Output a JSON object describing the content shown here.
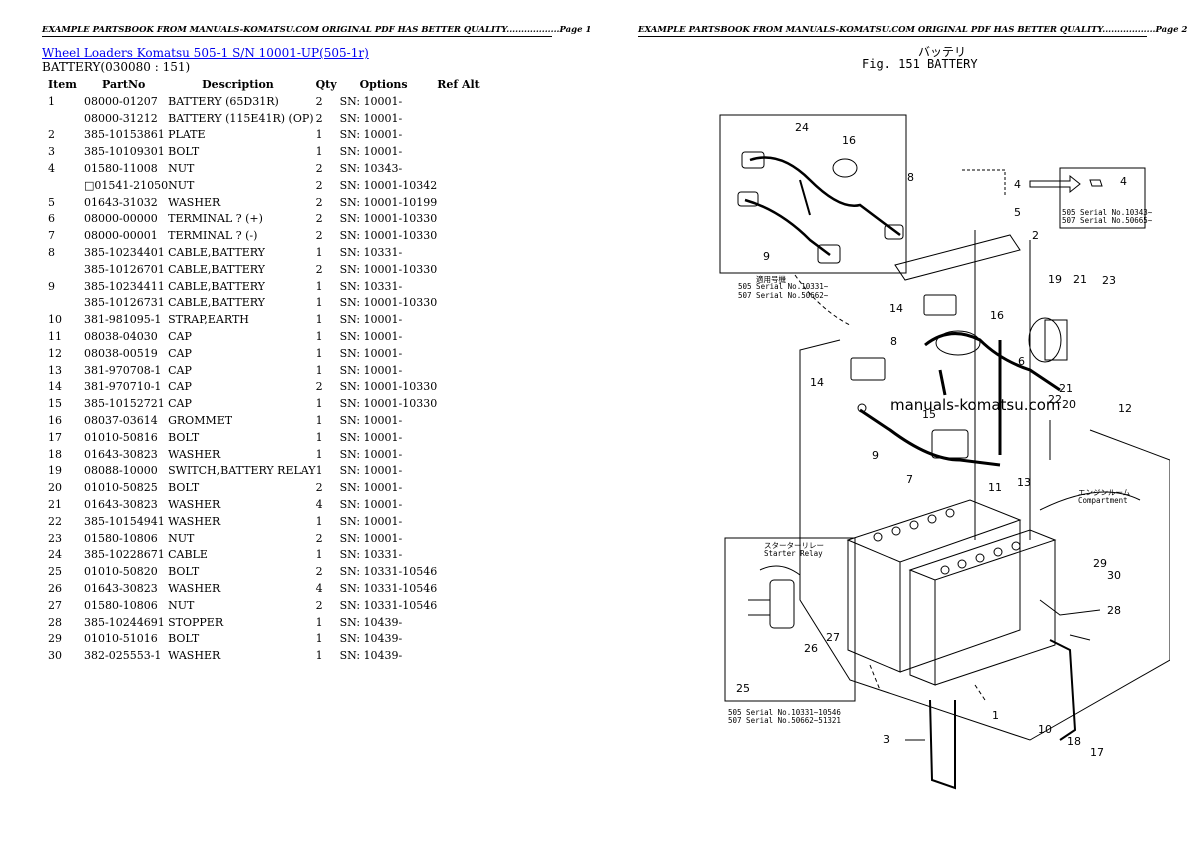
{
  "header_left": "EXAMPLE PARTSBOOK FROM MANUALS-KOMATSU.COM ORIGINAL PDF HAS BETTER QUALITY..................Page 1",
  "header_right": "EXAMPLE PARTSBOOK FROM MANUALS-KOMATSU.COM ORIGINAL PDF HAS BETTER QUALITY..................Page 2",
  "model_link": "Wheel Loaders Komatsu 505-1 S/N 10001-UP(505-1r)",
  "section_title": "BATTERY(030080 : 151)",
  "columns": {
    "item": "Item",
    "partno": "PartNo",
    "description": "Description",
    "qty": "Qty",
    "options": "Options",
    "refalt": "Ref Alt"
  },
  "rows": [
    {
      "item": "1",
      "partno": "08000-01207",
      "desc": "BATTERY (65D31R)",
      "qty": "2",
      "opt": "SN: 10001-"
    },
    {
      "item": "",
      "partno": "08000-31212",
      "desc": "BATTERY (115E41R) (OP)",
      "qty": "2",
      "opt": "SN: 10001-"
    },
    {
      "item": "2",
      "partno": "385-10153861",
      "desc": "PLATE",
      "qty": "1",
      "opt": "SN: 10001-"
    },
    {
      "item": "3",
      "partno": "385-10109301",
      "desc": "BOLT",
      "qty": "1",
      "opt": "SN: 10001-"
    },
    {
      "item": "4",
      "partno": "01580-11008",
      "desc": "NUT",
      "qty": "2",
      "opt": "SN: 10343-"
    },
    {
      "item": "",
      "partno": "□01541-21050",
      "desc": "NUT",
      "qty": "2",
      "opt": "SN: 10001-10342"
    },
    {
      "item": "5",
      "partno": "01643-31032",
      "desc": "WASHER",
      "qty": "2",
      "opt": "SN: 10001-10199"
    },
    {
      "item": "6",
      "partno": "08000-00000",
      "desc": "TERMINAL ? (+)",
      "qty": "2",
      "opt": "SN: 10001-10330"
    },
    {
      "item": "7",
      "partno": "08000-00001",
      "desc": "TERMINAL ? (-)",
      "qty": "2",
      "opt": "SN: 10001-10330"
    },
    {
      "item": "8",
      "partno": "385-10234401",
      "desc": "CABLE,BATTERY",
      "qty": "1",
      "opt": "SN: 10331-"
    },
    {
      "item": "",
      "partno": "385-10126701",
      "desc": "CABLE,BATTERY",
      "qty": "2",
      "opt": "SN: 10001-10330"
    },
    {
      "item": "9",
      "partno": "385-10234411",
      "desc": "CABLE,BATTERY",
      "qty": "1",
      "opt": "SN: 10331-"
    },
    {
      "item": "",
      "partno": "385-10126731",
      "desc": "CABLE,BATTERY",
      "qty": "1",
      "opt": "SN: 10001-10330"
    },
    {
      "item": "10",
      "partno": "381-981095-1",
      "desc": "STRAP,EARTH",
      "qty": "1",
      "opt": "SN: 10001-"
    },
    {
      "item": "11",
      "partno": "08038-04030",
      "desc": "CAP",
      "qty": "1",
      "opt": "SN: 10001-"
    },
    {
      "item": "12",
      "partno": "08038-00519",
      "desc": "CAP",
      "qty": "1",
      "opt": "SN: 10001-"
    },
    {
      "item": "13",
      "partno": "381-970708-1",
      "desc": "CAP",
      "qty": "1",
      "opt": "SN: 10001-"
    },
    {
      "item": "14",
      "partno": "381-970710-1",
      "desc": "CAP",
      "qty": "2",
      "opt": "SN: 10001-10330"
    },
    {
      "item": "15",
      "partno": "385-10152721",
      "desc": "CAP",
      "qty": "1",
      "opt": "SN: 10001-10330"
    },
    {
      "item": "16",
      "partno": "08037-03614",
      "desc": "GROMMET",
      "qty": "1",
      "opt": "SN: 10001-"
    },
    {
      "item": "17",
      "partno": "01010-50816",
      "desc": "BOLT",
      "qty": "1",
      "opt": "SN: 10001-"
    },
    {
      "item": "18",
      "partno": "01643-30823",
      "desc": "WASHER",
      "qty": "1",
      "opt": "SN: 10001-"
    },
    {
      "item": "19",
      "partno": "08088-10000",
      "desc": "SWITCH,BATTERY RELAY",
      "qty": "1",
      "opt": "SN: 10001-"
    },
    {
      "item": "20",
      "partno": "01010-50825",
      "desc": "BOLT",
      "qty": "2",
      "opt": "SN: 10001-"
    },
    {
      "item": "21",
      "partno": "01643-30823",
      "desc": "WASHER",
      "qty": "4",
      "opt": "SN: 10001-"
    },
    {
      "item": "22",
      "partno": "385-10154941",
      "desc": "WASHER",
      "qty": "1",
      "opt": "SN: 10001-"
    },
    {
      "item": "23",
      "partno": "01580-10806",
      "desc": "NUT",
      "qty": "2",
      "opt": "SN: 10001-"
    },
    {
      "item": "24",
      "partno": "385-10228671",
      "desc": "CABLE",
      "qty": "1",
      "opt": "SN: 10331-"
    },
    {
      "item": "25",
      "partno": "01010-50820",
      "desc": "BOLT",
      "qty": "2",
      "opt": "SN: 10331-10546"
    },
    {
      "item": "26",
      "partno": "01643-30823",
      "desc": "WASHER",
      "qty": "4",
      "opt": "SN: 10331-10546"
    },
    {
      "item": "27",
      "partno": "01580-10806",
      "desc": "NUT",
      "qty": "2",
      "opt": "SN: 10331-10546"
    },
    {
      "item": "28",
      "partno": "385-10244691",
      "desc": "STOPPER",
      "qty": "1",
      "opt": "SN: 10439-"
    },
    {
      "item": "29",
      "partno": "01010-51016",
      "desc": "BOLT",
      "qty": "1",
      "opt": "SN: 10439-"
    },
    {
      "item": "30",
      "partno": "382-025553-1",
      "desc": "WASHER",
      "qty": "1",
      "opt": "SN: 10439-"
    }
  ],
  "figure": {
    "title_jp": "バッテリ",
    "title": "Fig. 151  BATTERY",
    "watermark": "manuals-komatsu.com",
    "callouts": [
      "24",
      "16",
      "8",
      "9",
      "4",
      "4",
      "5",
      "2",
      "19",
      "21",
      "23",
      "14",
      "16",
      "8",
      "14",
      "6",
      "22",
      "21",
      "20",
      "12",
      "15",
      "9",
      "7",
      "11",
      "13",
      "29",
      "30",
      "28",
      "26",
      "27",
      "25",
      "10",
      "18",
      "17",
      "3",
      "1"
    ],
    "serial_notes": [
      "505 Serial No.10331~",
      "507 Serial No.50662~",
      "505 Serial No.10343~",
      "507 Serial No.50665~",
      "505 Serial No.10331~10546",
      "507 Serial No.50662~51321"
    ],
    "jp_notes": [
      "適用号機",
      "エンジンルーム",
      "Compartment",
      "スターターリレー",
      "Starter Relay"
    ]
  }
}
